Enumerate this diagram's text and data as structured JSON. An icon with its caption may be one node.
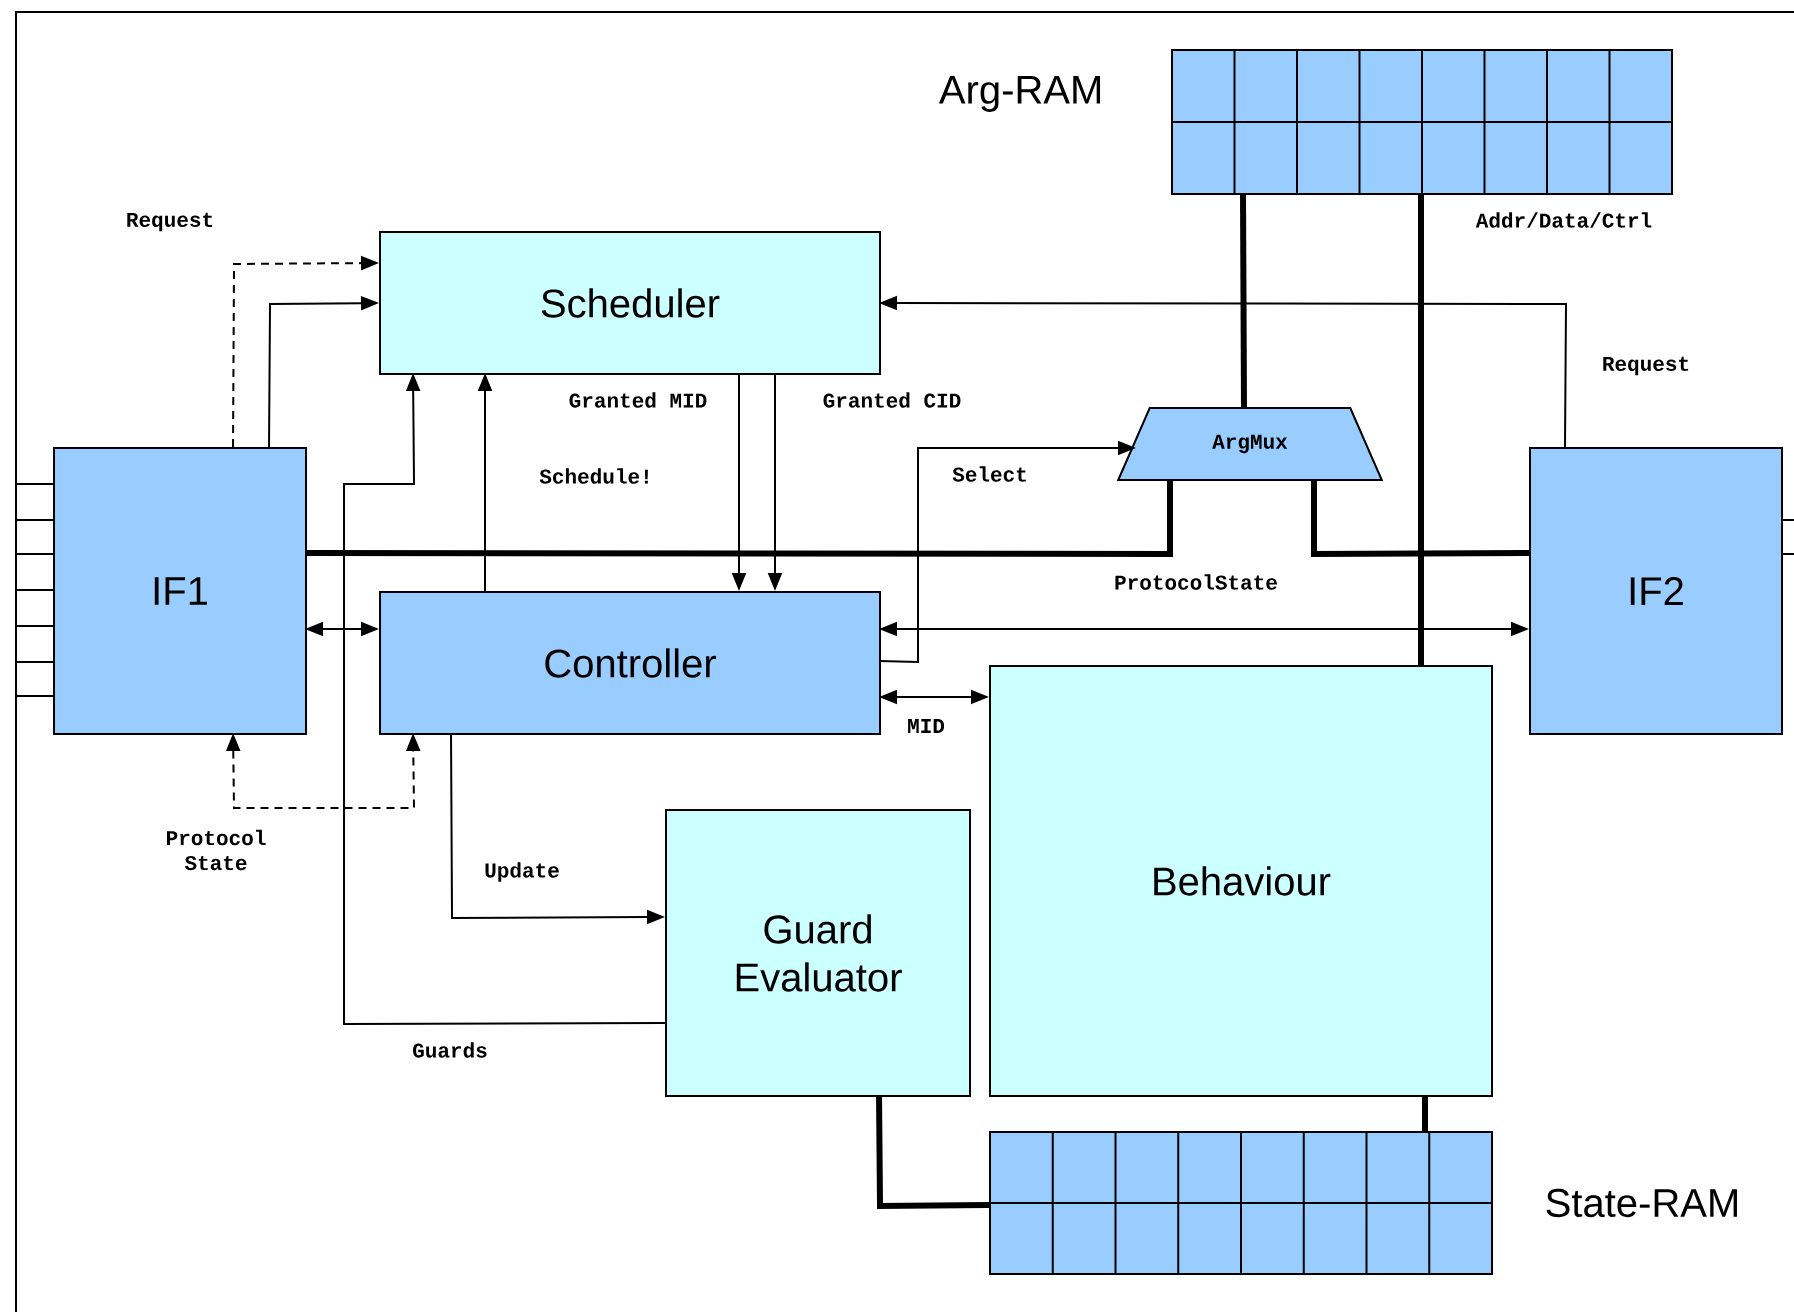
{
  "diagram": {
    "nodes": [
      {
        "text": [
          "Scheduler"
        ]
      },
      {
        "text": [
          "IF1"
        ]
      },
      {
        "text": [
          "Controller"
        ]
      },
      {
        "text": [
          "ArgMux"
        ]
      },
      {
        "text": [
          "IF2"
        ]
      },
      {
        "text": [
          "Behaviour"
        ]
      },
      {
        "text": [
          "Guard Evaluator"
        ]
      },
      {
        "text": [
          "Arg-RAM"
        ]
      },
      {
        "text": [
          "State-RAM"
        ]
      }
    ],
    "edges": [
      {
        "from": 1,
        "to": 0,
        "arrow": "to",
        "style": "dashed",
        "label": "Request"
      },
      {
        "from": 1,
        "to": 0,
        "arrow": "to"
      },
      {
        "from": 6,
        "to": 0,
        "arrow": "to",
        "label": "Guards"
      },
      {
        "from": 2,
        "to": 0,
        "arrow": "to",
        "label": "Schedule!"
      },
      {
        "from": 0,
        "to": 2,
        "arrow": "to",
        "label": "Granted MID"
      },
      {
        "from": 0,
        "to": 2,
        "arrow": "to",
        "label": "Granted CID"
      },
      {
        "from": 1,
        "to": 2,
        "arrow": "both"
      },
      {
        "from": 2,
        "to": 3,
        "arrow": "to",
        "label": "Select"
      },
      {
        "from": 1,
        "to": 3,
        "arrow": "none",
        "style": "thick",
        "label": "ProtocolState"
      },
      {
        "from": 3,
        "to": 4,
        "arrow": "none",
        "style": "thick"
      },
      {
        "from": 3,
        "to": 7,
        "arrow": "none",
        "style": "thick"
      },
      {
        "from": 5,
        "to": 7,
        "arrow": "none",
        "style": "thick",
        "label": "Addr/Data/Ctrl"
      },
      {
        "from": 4,
        "to": 0,
        "arrow": "to",
        "label": "Request"
      },
      {
        "from": 2,
        "to": 4,
        "arrow": "both"
      },
      {
        "from": 2,
        "to": 5,
        "arrow": "both",
        "label": "MID"
      },
      {
        "from": 2,
        "to": 6,
        "arrow": "to",
        "label": "Update"
      },
      {
        "from": 1,
        "to": 2,
        "arrow": "both",
        "style": "dashed",
        "label": "Protocol State"
      },
      {
        "from": 6,
        "to": 8,
        "arrow": "none",
        "style": "thick"
      },
      {
        "from": 5,
        "to": 8,
        "arrow": "none",
        "style": "thick"
      }
    ]
  }
}
